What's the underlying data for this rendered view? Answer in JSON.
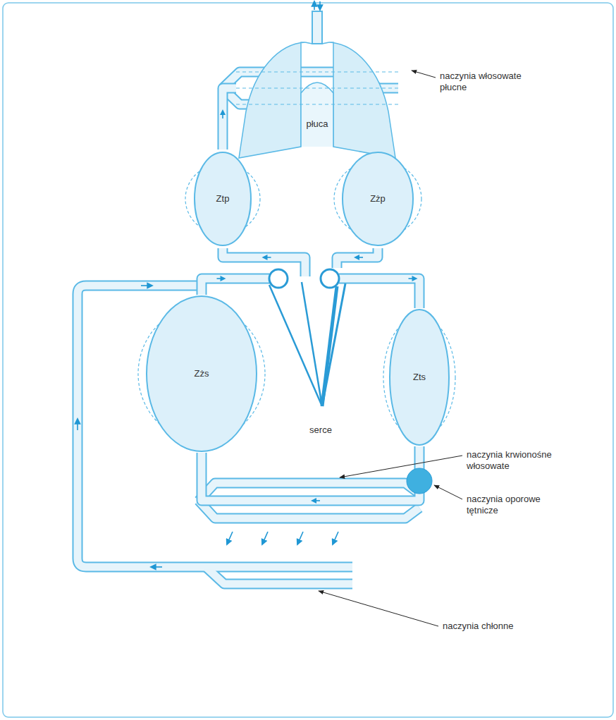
{
  "diagram": {
    "nodes": [
      {
        "text": [
          "płuca"
        ]
      },
      {
        "text": [
          "Ztp"
        ]
      },
      {
        "text": [
          "Zżp"
        ]
      },
      {
        "text": [
          "serce"
        ]
      },
      {
        "text": [
          "Zżs"
        ]
      },
      {
        "text": [
          "Zts"
        ]
      }
    ],
    "edges": [
      {
        "from": 3,
        "to": 1,
        "arrow": "to"
      },
      {
        "from": 1,
        "to": 0,
        "arrow": "to"
      },
      {
        "from": 0,
        "to": 2,
        "arrow": "to"
      },
      {
        "from": 2,
        "to": 3,
        "arrow": "to"
      },
      {
        "from": 3,
        "to": 5,
        "arrow": "to"
      },
      {
        "from": 5,
        "to": 4,
        "arrow": "to"
      },
      {
        "from": 4,
        "to": 3,
        "arrow": "to"
      }
    ],
    "labels": [
      "naczynia włosowate płucne",
      "naczynia krwionośne włosowate",
      "naczynia oporowe tętnicze",
      "naczynia chłonne"
    ]
  }
}
